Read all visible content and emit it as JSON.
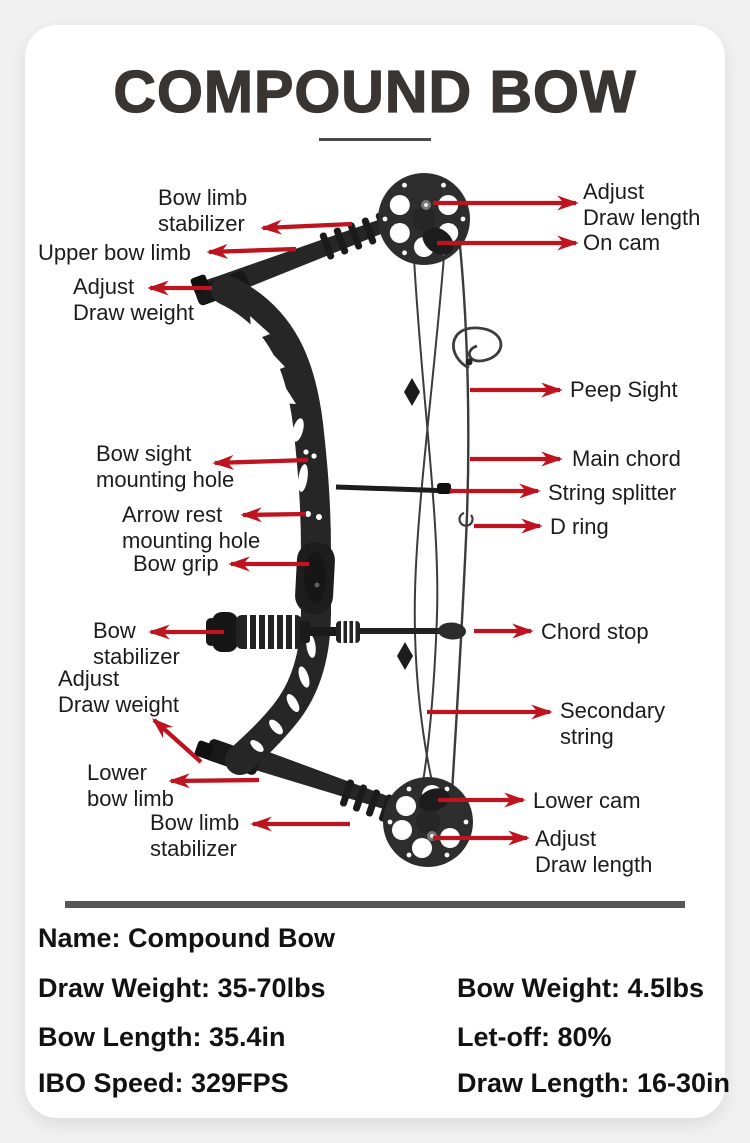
{
  "colors": {
    "page-bg": "#f1f1f1",
    "card-bg": "#ffffff",
    "arrow": "#bd1420",
    "label-text": "#1c1c1c",
    "title-color": "#393532",
    "divider": "#57575a",
    "bow": "#262626",
    "bow-dark": "#181818",
    "string": "#3c3c3c"
  },
  "title": {
    "text": "COMPOUND BOW"
  },
  "labels": {
    "left": [
      {
        "id": "bow-limb-stabilizer-upper",
        "text": "Bow limb\nstabilizer"
      },
      {
        "id": "upper-bow-limb",
        "text": "Upper bow limb"
      },
      {
        "id": "adjust-draw-weight-upper",
        "text": "Adjust\nDraw weight"
      },
      {
        "id": "bow-sight-mounting-hole",
        "text": "Bow sight\nmounting hole"
      },
      {
        "id": "arrow-rest-mounting-hole",
        "text": "Arrow rest\nmounting hole"
      },
      {
        "id": "bow-grip",
        "text": "Bow grip"
      },
      {
        "id": "bow-stabilizer",
        "text": "Bow\nstabilizer"
      },
      {
        "id": "adjust-draw-weight-lower",
        "text": "Adjust\nDraw weight"
      },
      {
        "id": "lower-bow-limb",
        "text": "Lower\nbow limb"
      },
      {
        "id": "bow-limb-stabilizer-lower",
        "text": "Bow limb\nstabilizer"
      }
    ],
    "right": [
      {
        "id": "adjust-draw-length-upper",
        "text": "Adjust\nDraw length"
      },
      {
        "id": "on-cam",
        "text": "On cam"
      },
      {
        "id": "peep-sight",
        "text": "Peep Sight"
      },
      {
        "id": "main-chord",
        "text": "Main chord"
      },
      {
        "id": "string-splitter",
        "text": "String splitter"
      },
      {
        "id": "d-ring",
        "text": "D ring"
      },
      {
        "id": "chord-stop",
        "text": "Chord stop"
      },
      {
        "id": "secondary-string",
        "text": "Secondary\nstring"
      },
      {
        "id": "lower-cam",
        "text": "Lower cam"
      },
      {
        "id": "adjust-draw-length-lower",
        "text": "Adjust\nDraw length"
      }
    ]
  },
  "specs": {
    "name": "Name: Compound Bow",
    "rows": [
      {
        "left": "Draw Weight: 35-70lbs",
        "right": "Bow Weight: 4.5lbs"
      },
      {
        "left": "Bow Length: 35.4in",
        "right": "Let-off: 80%"
      },
      {
        "left": "IBO Speed: 329FPS",
        "right": "Draw Length: 16-30in"
      }
    ]
  }
}
